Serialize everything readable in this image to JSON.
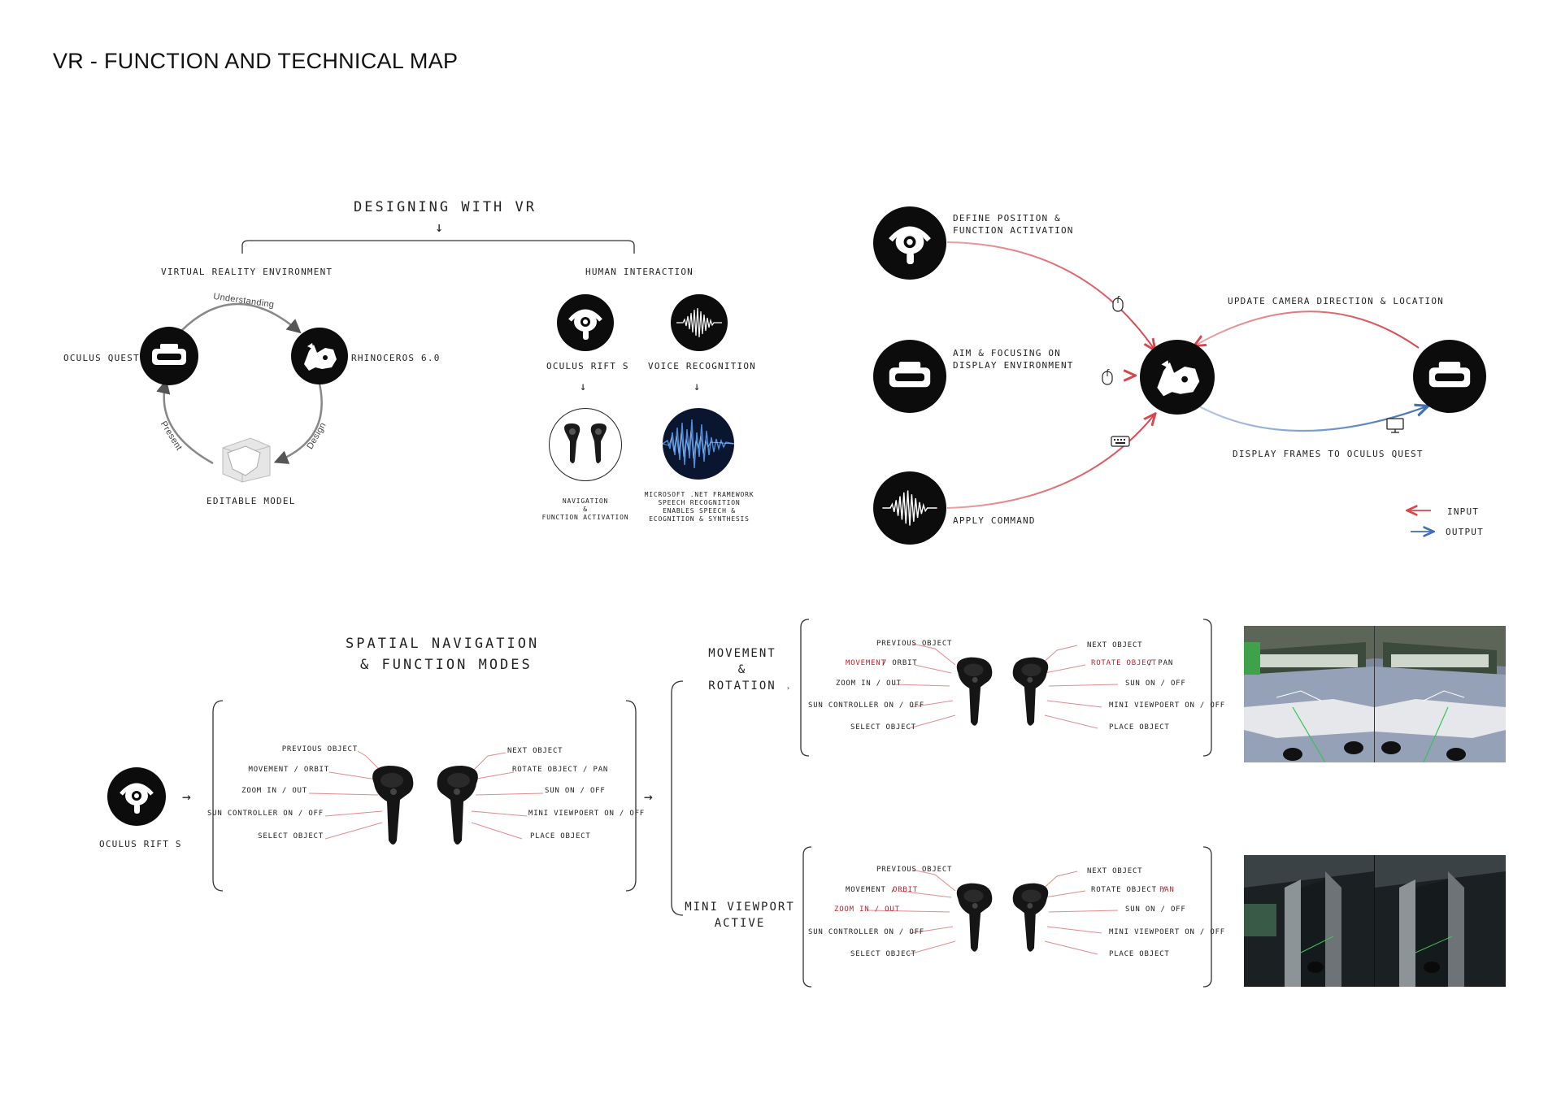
{
  "page": {
    "title": "VR - FUNCTION AND TECHNICAL MAP"
  },
  "designing": {
    "title": "DESIGNING WITH VR",
    "arrow": "↓",
    "vre_title": "VIRTUAL REALITY ENVIRONMENT",
    "hi_title": "HUMAN INTERACTION",
    "oculus_quest": "OCULUS QUEST",
    "rhino": "RHINOCEROS 6.0",
    "editable_model": "EDITABLE MODEL",
    "cycle": {
      "understanding": "Understanding",
      "design": "Design",
      "present": "Present"
    },
    "rift": "OCULUS RIFT S",
    "voice": "VOICE RECOGNITION",
    "nav_note": [
      "NAVIGATION",
      "&",
      "FUNCTION ACTIVATION"
    ],
    "ms_note": [
      "MICROSOFT .NET FRAMEWORK",
      "SPEECH RECOGNITION",
      "ENABLES SPEECH &",
      "ECOGNITION & SYNTHESIS"
    ]
  },
  "flow": {
    "define": [
      "DEFINE POSITION &",
      "FUNCTION ACTIVATION"
    ],
    "aim": [
      "AIM & FOCUSING ON",
      "DISPLAY ENVIRONMENT"
    ],
    "apply": "APPLY COMMAND",
    "update": "UPDATE CAMERA DIRECTION & LOCATION",
    "display": "DISPLAY FRAMES TO OCULUS QUEST",
    "legend": {
      "input": "INPUT",
      "output": "OUTPUT"
    },
    "colors": {
      "input": "#d9454c",
      "output": "#3f6fb5"
    }
  },
  "spatial": {
    "title": [
      "SPATIAL NAVIGATION",
      "& FUNCTION MODES"
    ],
    "device": "OCULUS RIFT S",
    "left_labels": [
      "PREVIOUS OBJECT",
      "MOVEMENT / ORBIT",
      "ZOOM IN / OUT",
      "SUN CONTROLLER ON / OFF",
      "SELECT OBJECT"
    ],
    "right_labels": [
      "NEXT OBJECT",
      "ROTATE OBJECT / PAN",
      "SUN ON / OFF",
      "MINI VIEWPOERT ON / OFF",
      "PLACE OBJECT"
    ],
    "arrow": "→"
  },
  "modes": {
    "movement": [
      "MOVEMENT",
      "&",
      "ROTATION"
    ],
    "mini": [
      "MINI VIEWPORT",
      "ACTIVE"
    ],
    "movement_panel": {
      "left": [
        "PREVIOUS OBJECT",
        "MOVEMENT",
        "/ ORBIT",
        "ZOOM IN / OUT",
        "SUN CONTROLLER ON / OFF",
        "SELECT OBJECT"
      ],
      "right": [
        "NEXT OBJECT",
        "ROTATE OBJECT",
        "/ PAN",
        "SUN ON / OFF",
        "MINI VIEWPOERT ON / OFF",
        "PLACE OBJECT"
      ]
    },
    "mini_panel": {
      "left": [
        "PREVIOUS OBJECT",
        "MOVEMENT /",
        "ORBIT",
        "ZOOM IN / OUT",
        "SUN CONTROLLER ON / OFF",
        "SELECT OBJECT"
      ],
      "right": [
        "NEXT OBJECT",
        "ROTATE OBJECT /",
        "PAN",
        "SUN ON / OFF",
        "MINI VIEWPOERT ON / OFF",
        "PLACE OBJECT"
      ]
    }
  }
}
